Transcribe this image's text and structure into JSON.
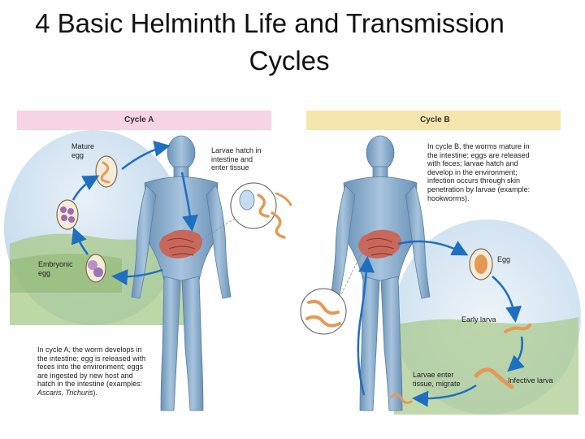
{
  "title": {
    "line1": "4 Basic Helminth Life and Transmission",
    "line2": "Cycles"
  },
  "cycle_a": {
    "header": "Cycle A",
    "mature_egg_line1": "Mature",
    "mature_egg_line2": "egg",
    "larvae_hatch_line1": "Larvae hatch in",
    "larvae_hatch_line2": "intestine and",
    "larvae_hatch_line3": "enter tissue",
    "embryonic_egg_line1": "Embryonic",
    "embryonic_egg_line2": "egg",
    "description_lines": [
      "In cycle A, the worm develops in",
      "the intestine; egg is released with",
      "feces into the environment; eggs",
      "are ingested by new host and",
      "hatch in the intestine (examples:"
    ],
    "examples_italic": "Ascaris, Trichuris",
    "examples_end": ")."
  },
  "cycle_b": {
    "header": "Cycle B",
    "description_lines": [
      "In cycle B, the worms mature in",
      "the intestine; eggs are released",
      "with feces; larvae hatch and",
      "develop in the environment;",
      "infection occurs through skin",
      "penetration by larvae (example:",
      "hookworms)."
    ],
    "egg_label": "Egg",
    "early_larva_label": "Early larva",
    "larvae_enter_line1": "Larvae enter",
    "larvae_enter_line2": "tissue, migrate",
    "infective_larva_label": "Infective larva"
  },
  "colors": {
    "cycle_a_header": "#f6d4e3",
    "cycle_b_header": "#f6e6ad",
    "arrow_blue": "#1f6fc0",
    "body_blue": "#7fa6c8",
    "intestine": "#c8685a",
    "larva_orange": "#e49a55"
  }
}
